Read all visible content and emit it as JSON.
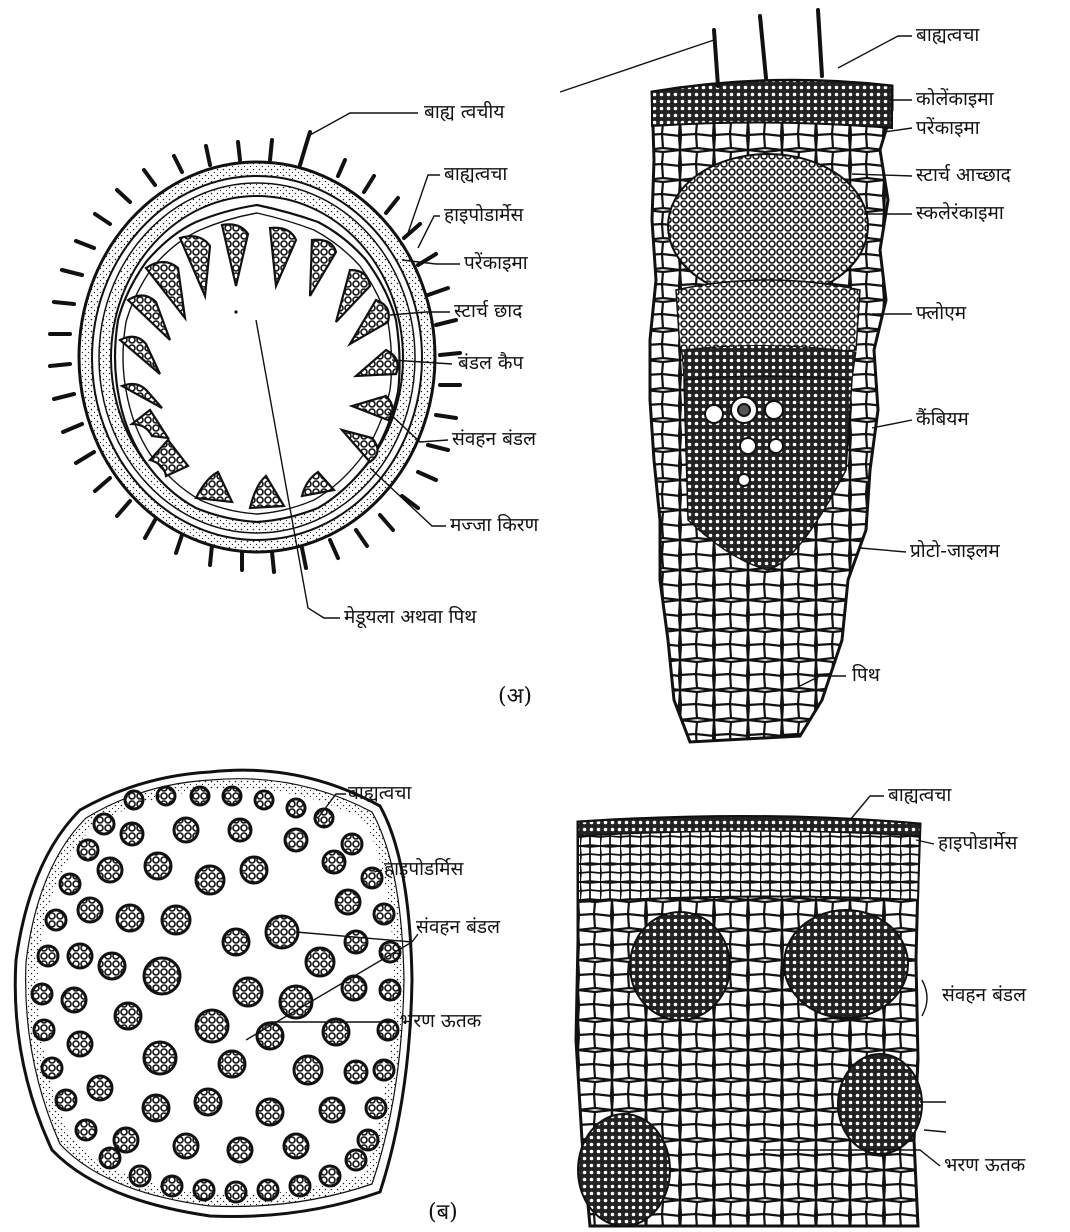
{
  "figure_a": {
    "caption": "(अ)",
    "ts_labels": {
      "epidermal_hair": "बाह्य त्वचीय",
      "epidermis": "बाह्यत्वचा",
      "hypodermis": "हाइपोडार्मेस",
      "parenchyma": "परेंकाइमा",
      "starch_sheath": "स्टार्च छाद",
      "bundle_cap": "बंडल कैप",
      "vascular_bundle": "संवहन बंडल",
      "medullary_ray": "मज्जा किरण",
      "medulla_pith": "मेडूयला अथवा पिथ"
    },
    "detail_labels": {
      "epidermis": "बाह्यत्वचा",
      "collenchyma": "कोलेंकाइमा",
      "parenchyma": "परेंकाइमा",
      "starch_sheath": "स्टार्च आच्छाद",
      "sclerenchyma": "स्कलेरंकाइमा",
      "phloem": "फ्लोएम",
      "cambium": "कैंबियम",
      "protoxylem": "प्रोटो-जाइलम",
      "pith": "पिथ"
    }
  },
  "figure_b": {
    "caption": "(ब)",
    "ts_labels": {
      "epidermis": "बाह्यत्वचा",
      "hypodermis": "हाइपोडर्मिस",
      "vascular_bundle": "संवहन बंडल",
      "ground_tissue": "भरण ऊतक"
    },
    "detail_labels": {
      "epidermis": "बाह्यत्वचा",
      "hypodermis": "हाइपोडार्मेस",
      "vascular_bundle": "संवहन बंडल",
      "ground_tissue": "भरण ऊतक"
    }
  }
}
